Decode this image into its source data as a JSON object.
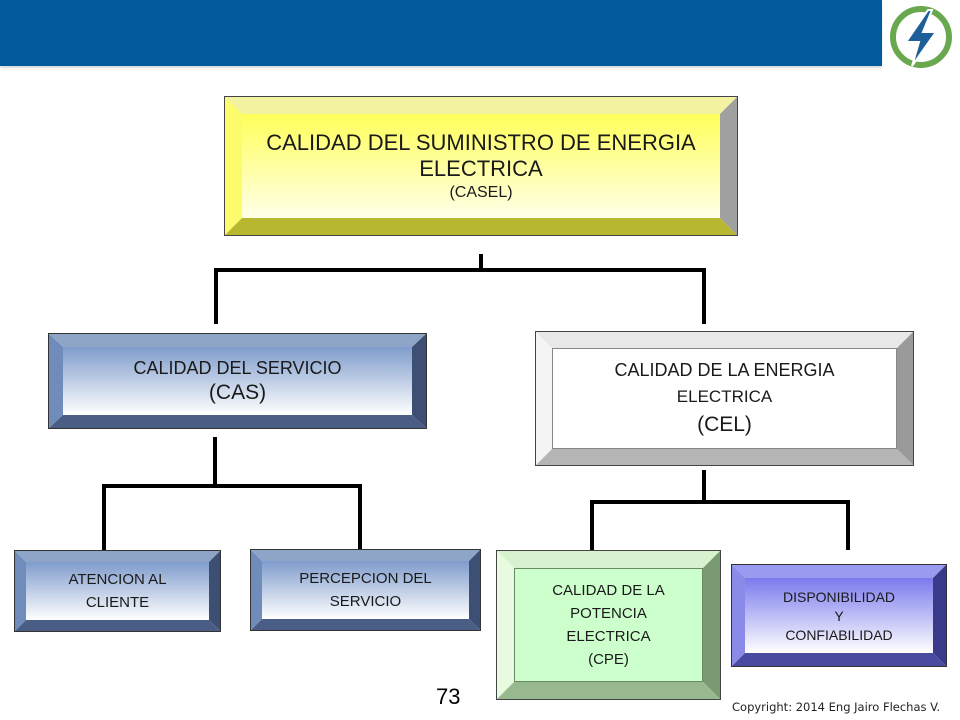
{
  "header": {
    "color": "#005a9c"
  },
  "logo": {
    "icon": "lightning-bolt-icon",
    "ring_color": "#6aa84f",
    "bolt_color": "#1f5f99"
  },
  "root": {
    "line1": "CALIDAD  DEL SUMINISTRO DE ENERGIA",
    "line2": "ELECTRICA",
    "line3": "(CASEL)"
  },
  "cas": {
    "line1": "CALIDAD  DEL SERVICIO",
    "line2": "(CAS)"
  },
  "cel": {
    "line1": "CALIDAD  DE LA ENERGIA",
    "line2": "ELECTRICA",
    "line3": "(CEL)"
  },
  "atencion": {
    "line1": "ATENCION  AL",
    "line2": "CLIENTE"
  },
  "percepcion": {
    "line1": "PERCEPCION  DEL",
    "line2": "SERVICIO"
  },
  "cpe": {
    "line1": "CALIDAD DE LA",
    "line2": "POTENCIA",
    "line3": "ELECTRICA",
    "line4": "(CPE)"
  },
  "disp": {
    "line1": "DISPONIBILIDAD",
    "line2": "Y",
    "line3": "CONFIABILIDAD"
  },
  "footer": {
    "page_number": "73",
    "copyright": "Copyright: 2014 Eng Jairo Flechas V."
  }
}
